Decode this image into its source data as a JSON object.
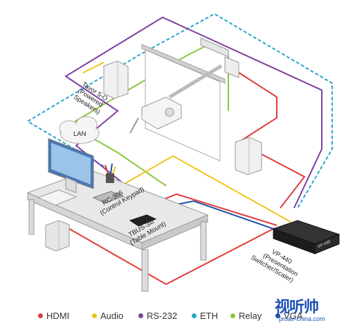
{
  "diagram": {
    "labels": {
      "tavor_line1": "Tavor 5-O",
      "tavor_line2": "(Powered",
      "tavor_line3": "Speakers)",
      "lan": "LAN",
      "rc_line1": "RC-306",
      "rc_line2": "(Control Keypad)",
      "tbus_line1": "TBUS-3xl",
      "tbus_line2": "(Table Mount)",
      "vp_line1": "VP-440",
      "vp_line2": "(Presentation",
      "vp_line3": "Switcher/Scaler)"
    },
    "device_text": {
      "vp_badge": "VP-440"
    }
  },
  "legend": {
    "items": [
      {
        "label": "HDMI",
        "color": "#e03a3a"
      },
      {
        "label": "Audio",
        "color": "#f0c419"
      },
      {
        "label": "RS-232",
        "color": "#7b3fa0"
      },
      {
        "label": "ETH",
        "color": "#2aa6c8"
      },
      {
        "label": "Relay",
        "color": "#8cc63f"
      },
      {
        "label": "VGA",
        "color": "#1f4fa8"
      }
    ]
  },
  "watermark": {
    "logo": "视听帅",
    "url": "proav-china.com"
  }
}
